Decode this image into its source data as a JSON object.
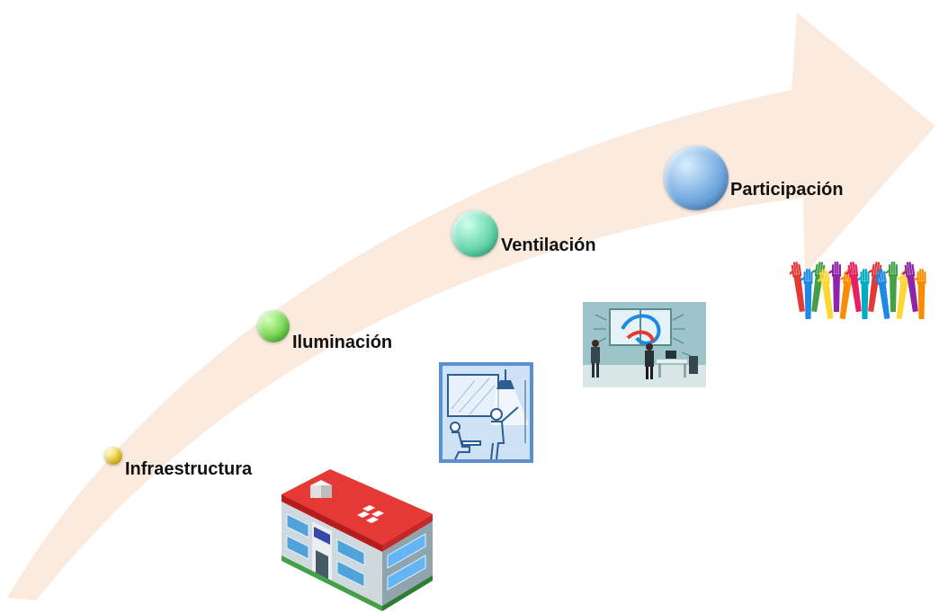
{
  "stages": [
    {
      "label": "Infraestructura",
      "color": "#e8c42a",
      "illustration": "school-building"
    },
    {
      "label": "Iluminación",
      "color": "#6fd14a",
      "illustration": "classroom-lighting"
    },
    {
      "label": "Ventilación",
      "color": "#5fd3a8",
      "illustration": "classroom-ventilation"
    },
    {
      "label": "Participación",
      "color": "#6ea6dc",
      "illustration": "raised-hands"
    }
  ],
  "arrow_color": "#fbe9dc",
  "hand_colors": [
    "#e53935",
    "#1e88e5",
    "#43a047",
    "#fdd835",
    "#8e24aa",
    "#fb8c00",
    "#e91e63",
    "#00acc1"
  ]
}
